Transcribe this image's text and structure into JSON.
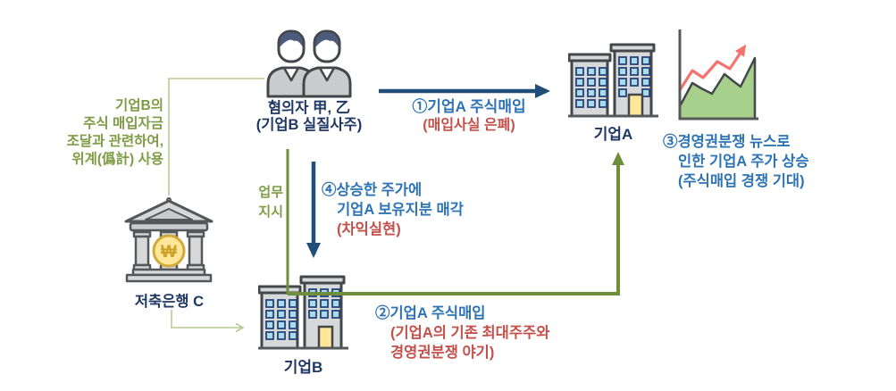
{
  "colors": {
    "blue_text": "#2E74B5",
    "blue_arrow": "#1F4E79",
    "red_text": "#C3504A",
    "green_text": "#7E9C44",
    "green_arrow": "#6E8F3C",
    "pale_green": "#B8CC96",
    "dark_label": "#1F3864",
    "chart_green": "#A8D08D",
    "chart_red_line": "#F4736F",
    "coin_yellow": "#FFE699",
    "window_blue": "#A8DCEC",
    "building_gray": "#D6D8DA"
  },
  "nodes": {
    "suspects": {
      "name_line": "혐의자 甲, 乙",
      "role_line": "(기업B 실질사주)"
    },
    "company_a": {
      "label": "기업A"
    },
    "company_b": {
      "label": "기업B"
    },
    "bank": {
      "label": "저축은행 C",
      "won_symbol": "₩"
    }
  },
  "annotations": {
    "funding_note": {
      "line1": "기업B의",
      "line2": "주식 매입자금",
      "line3": "조달과 관련하여,",
      "line4": "위계(僞計) 사용"
    },
    "work_order": {
      "line1": "업무",
      "line2": "지시"
    },
    "step1": {
      "title": "①기업A 주식매입",
      "note": "(매입사실 은폐)"
    },
    "step2": {
      "title": "②기업A 주식매입",
      "note_line1": "(기업A의 기존 최대주주와",
      "note_line2": "경영권분쟁 야기)"
    },
    "step3": {
      "line1": "③경영권분쟁 뉴스로",
      "line2": "인한 기업A 주가 상승",
      "line3": "(주식매입 경쟁 기대)"
    },
    "step4": {
      "line1": "④상승한 주가에",
      "line2": "기업A 보유지분 매각",
      "note": "(차익실현)"
    }
  }
}
